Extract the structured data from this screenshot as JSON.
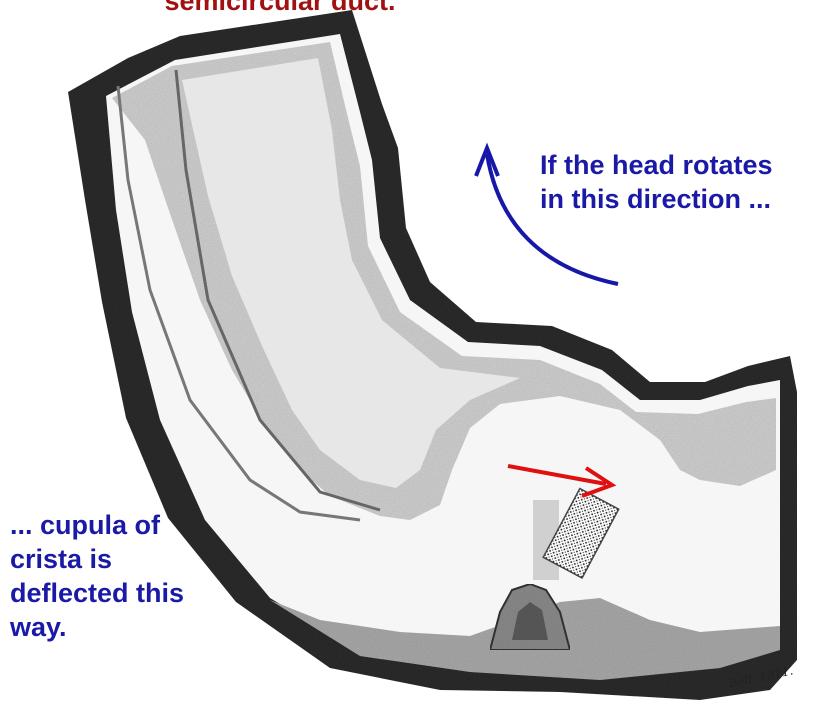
{
  "labels": {
    "top_title": "semicircular duct.",
    "head_rotation": "If the head rotates\nin this direction ...",
    "cupula_deflection": "... cupula of\ncrista is\ndeflected this\nway.",
    "artist_signature": "Bell. 1911."
  },
  "colors": {
    "title_red": "#a11111",
    "label_blue": "#1a1aa6",
    "rotation_arrow": "#1717a8",
    "deflection_arrow": "#e01010",
    "duct_wall": "#2b2b2b",
    "stipple_gray": "#9a9a9a"
  }
}
